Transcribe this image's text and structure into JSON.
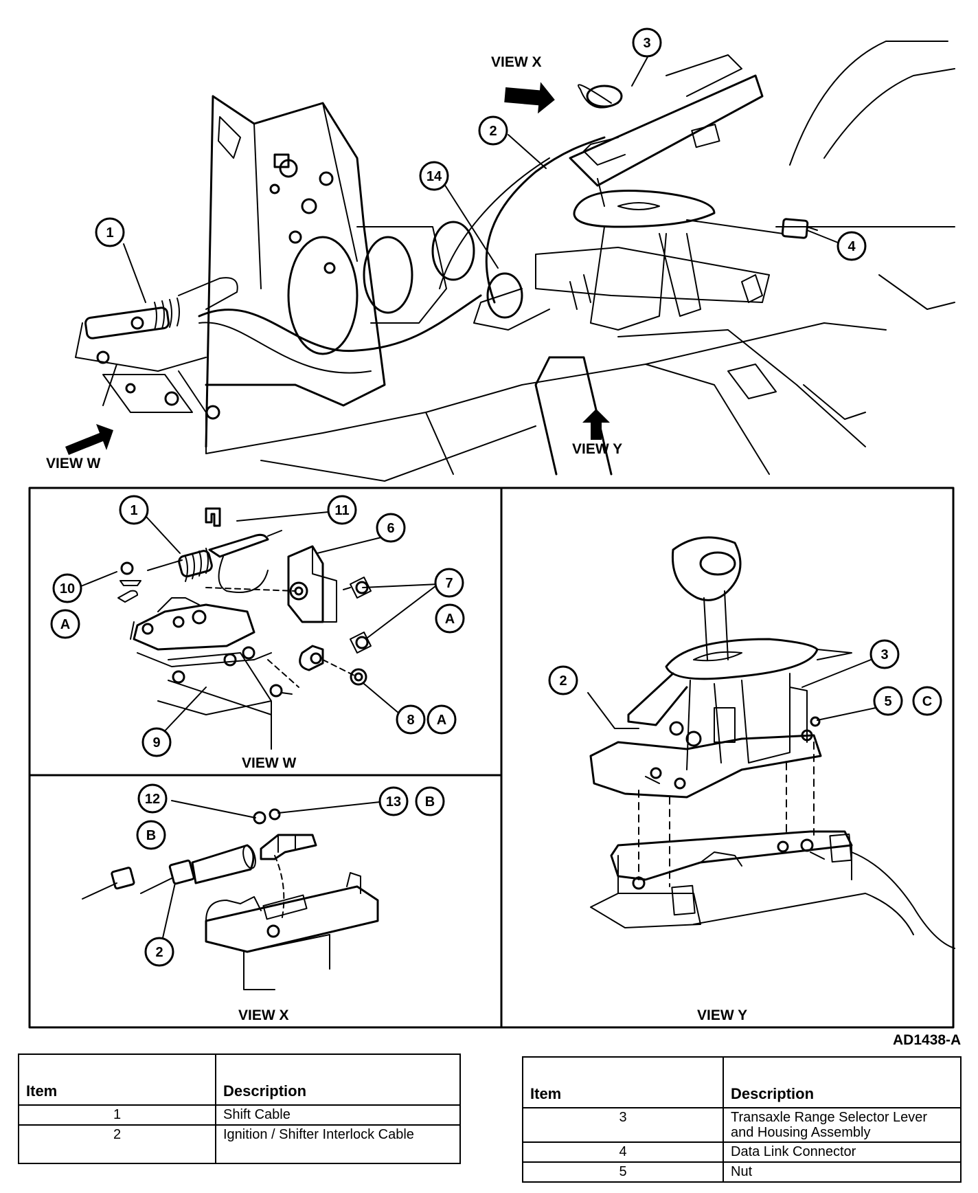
{
  "views": {
    "main": {
      "view_w": "VIEW W",
      "view_x": "VIEW X",
      "view_y": "VIEW Y"
    },
    "panel_w": {
      "title": "VIEW W"
    },
    "panel_x": {
      "title": "VIEW X"
    },
    "panel_y": {
      "title": "VIEW Y"
    }
  },
  "callouts": {
    "main": [
      "1",
      "2",
      "3",
      "4",
      "14"
    ],
    "panel_w": [
      "1",
      "11",
      "6",
      "10",
      "A",
      "7",
      "A",
      "A",
      "8",
      "A",
      "9"
    ],
    "panel_x": [
      "12",
      "13",
      "B",
      "B",
      "2"
    ],
    "panel_y": [
      "3",
      "2",
      "5",
      "C"
    ]
  },
  "figure_code": "AD1438-A",
  "legend_left": {
    "headers": {
      "item": "Item",
      "description": "Description"
    },
    "rows": [
      {
        "item": "1",
        "description": "Shift Cable"
      },
      {
        "item": "2",
        "description": "Ignition / Shifter Interlock Cable"
      }
    ]
  },
  "legend_right": {
    "headers": {
      "item": "Item",
      "description": "Description"
    },
    "rows": [
      {
        "item": "3",
        "description": "Transaxle Range Selector Lever and Housing Assembly"
      },
      {
        "item": "4",
        "description": "Data Link Connector"
      },
      {
        "item": "5",
        "description": "Nut"
      }
    ]
  }
}
